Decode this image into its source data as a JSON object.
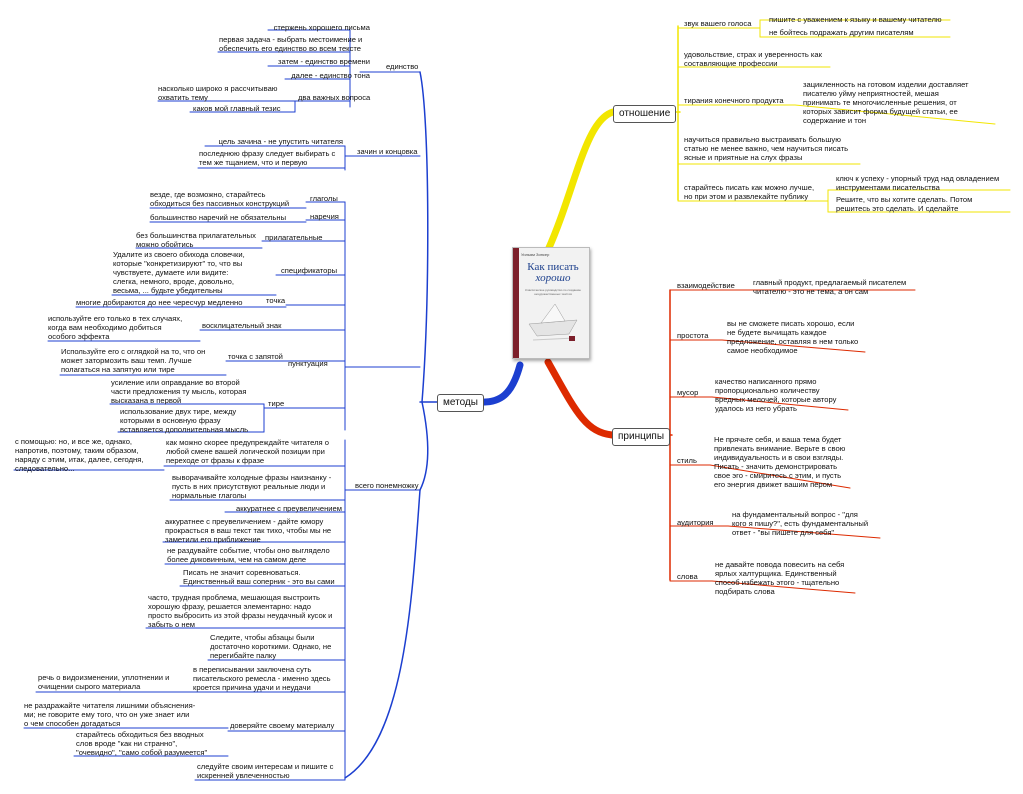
{
  "colors": {
    "yellow": "#f2e600",
    "blue": "#1c3fd0",
    "red": "#dd2a00",
    "dark": "#555555"
  },
  "book": {
    "author": "Уильям Зинсер",
    "title_line1": "Как писать",
    "title_line2": "хорошо",
    "subtitle": "Классическое руководство по созданию нехудожественных текстов"
  },
  "topics": {
    "relation": "отношение",
    "principles": "принципы",
    "methods": "методы"
  },
  "relation": {
    "sound": "звук вашего голоса",
    "sound_1": "пишите с уважением к языку и вашему читателю",
    "sound_2": "не бойтесь подражать другим писателям",
    "pleasure": "удовольствие, страх и уверенность как\nсоставляющие профессии",
    "tyranny": "тирания конечного продукта",
    "tyranny_1": "зацикленность на готовом изделии доставляет\nписателю уйму неприятностей, мешая\nпринимать те многочисленные решения, от\nкоторых зависит форма будущей статьи, ее\nсодержание и тон",
    "learn": "научиться правильно выстраивать большую\nстатью не менее важно, чем научиться писать\nясные и приятные на слух фразы",
    "try": "старайтесь писать как можно лучше,\nно при этом и развлекайте публику",
    "try_1": "ключ к успеху - упорный труд над овладением\nинструментами писательства",
    "try_2": "Решите, что вы хотите сделать. Потом\nрешитесь это сделать. И сделайте"
  },
  "principles": {
    "interaction": "взаимодействие",
    "interaction_1": "главный продукт, предлагаемый писателем\nчитателю - это не тема, а он сам",
    "simplicity": "простота",
    "simplicity_1": "вы не сможете писать хорошо, если\nне будете вычищать каждое\nпредложение, оставляя в нем только\nсамое необходимое",
    "garbage": "мусор",
    "garbage_1": "качество написанного прямо\nпропорционально количеству\nвредных мелочей, которые автору\nудалось из него убрать",
    "style": "стиль",
    "style_1": "Не прячьте себя, и ваша тема будет\nпривлекать внимание. Верьте в свою\nиндивидуальность и в свои взгляды.\nПисать - значить демонстрировать\nсвое эго - смиритесь с этим, и пусть\nего энергия движет вашим пером",
    "audience": "аудитория",
    "audience_1": "на фундаментальный вопрос - \"для\nкого я пишу?\", есть фундаментальный\nответ - \"вы пишете для себя\"",
    "words": "слова",
    "words_1": "не давайте повода повесить на себя\nярлых халтурщика. Единственный\nспособ избежать этого - тщательно\nподбирать слова"
  },
  "methods": {
    "unity": "единство",
    "unity_1": "стержень хорошего письма",
    "unity_2": "первая задача - выбрать местоимение и\nобеспечить его единство во всем тексте",
    "unity_3": "затем - единство времени",
    "unity_4": "далее - единство тона",
    "two_q": "два важных вопроса",
    "two_q_1": "насколько широко я рассчитываю\nохватить тему",
    "two_q_2": "каков мой главный тезис",
    "start": "зачин и концовка",
    "start_1": "цель зачина - не упустить читателя",
    "start_2": "последнюю фразу следует выбирать с\nтем же тщанием, что и первую",
    "verbs": "глаголы",
    "verbs_1": "везде, где возможно, старайтесь\nобходиться без пассивных конструкций",
    "adverbs": "наречия",
    "adverbs_1": "большинство наречий не обязательны",
    "adjectives": "прилагательные",
    "adjectives_1": "без большинства прилагательных\nможно обойтись",
    "specifiers": "спецификаторы",
    "specifiers_1": "Удалите из своего обихода словечки,\nкоторые \"конкретизируют\" то, что вы\nчувствуете, думаете или видите:\nслегка, немного, вроде, довольно,\nвесьма, ... будьте убедительны",
    "punct": "пунктуация",
    "dot": "точка",
    "dot_1": "многие добираются до нее чересчур медленно",
    "excl": "восклицательный знак",
    "excl_1": "используйте его только в тех случаях,\nкогда вам необходимо добиться\nособого эффекта",
    "semicolon": "точка с запятой",
    "semicolon_1": "Используйте его с оглядкой на то, что он\nможет затормозить ваш темп. Лучше\nполагаться на запятую или тире",
    "dash": "тире",
    "dash_1": "усиление или оправдание во второй\nчасти предложения ту мысль, которая\nвысказана в первой",
    "dash_2": "использование двух тире, между\nкоторыми в основную фразу\nвставляется дополнительная мысль",
    "misc": "всего понемножку",
    "misc_1": "как можно скорее предупреждайте читателя о\nлюбой смене вашей логической позиции при\nпереходе от фразы к фразе",
    "misc_1a": "с помощью: но, и все же, однако,\nнапротив, поэтому, таким образом,\nнаряду с этим, итак, далее, сегодня,\nследовательно...",
    "misc_2": "выворачивайте холодные фразы наизнанку -\nпусть в них присутствуют реальные люди и\nнормальные глаголы",
    "misc_3": "аккуратнее с преувеличением",
    "misc_4": "аккуратнее с преувеличением - дайте юмору\nпрокрасться в ваш текст так тихо, чтобы мы не\nзаметили его приближение",
    "misc_5": "не раздувайте событие, чтобы оно выглядело\nболее диковинным, чем на самом деле",
    "misc_6": "Писать не значит соревноваться.\nЕдинственный ваш соперник - это вы сами",
    "misc_7": "часто, трудная проблема, мешающая выстроить\nхорошую фразу, решается элементарно: надо\nпросто выбросить из этой фразы неудачный кусок и\nзабыть о нем",
    "misc_8": "Следите, чтобы абзацы были\nдостаточно короткими. Однако, не\nперегибайте палку",
    "misc_9": "в переписывании заключена суть\nписательского ремесла - именно здесь\nкроется причина удачи и неудачи",
    "misc_9a": "речь о видоизменении, уплотнении и\nочищении сырого материала",
    "trust": "доверяйте своему материалу",
    "trust_1": "не раздражайте читателя лишними объяснения-\nми; не говорите ему того, что он уже знает или\nо чем способен догадаться",
    "trust_2": "старайтесь обходиться без вводных\nслов вроде \"как ни странно\",\n\"очевидно\", \"само собой разумеется\"",
    "misc_10": "следуйте своим интересам и пишите с\nискренней увлеченностью"
  }
}
